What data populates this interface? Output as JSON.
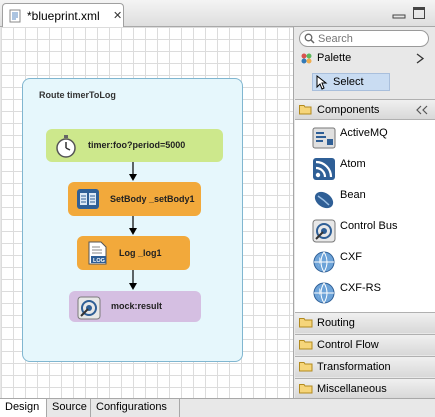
{
  "editor": {
    "tab_title": "*blueprint.xml",
    "close_glyph": "✕"
  },
  "canvas": {
    "route_title": "Route timerToLog",
    "nodes": [
      {
        "label": "timer:foo?period=5000",
        "icon": "stopwatch-icon",
        "color": "#cde88c"
      },
      {
        "label": "SetBody _setBody1",
        "icon": "setbody-icon",
        "color": "#f2a93b"
      },
      {
        "label": "Log _log1",
        "icon": "log-file-icon",
        "color": "#f2a93b"
      },
      {
        "label": "mock:result",
        "icon": "mock-endpoint-icon",
        "color": "#d5bfe2"
      }
    ]
  },
  "palette": {
    "search_placeholder": "Search",
    "header_label": "Palette",
    "select_label": "Select",
    "components_label": "Components",
    "components": [
      {
        "label": "ActiveMQ",
        "icon": "activemq-icon"
      },
      {
        "label": "Atom",
        "icon": "atom-feed-icon"
      },
      {
        "label": "Bean",
        "icon": "bean-icon"
      },
      {
        "label": "Control Bus",
        "icon": "control-bus-icon"
      },
      {
        "label": "CXF",
        "icon": "globe-icon"
      },
      {
        "label": "CXF-RS",
        "icon": "globe-icon"
      }
    ],
    "drawers": [
      "Routing",
      "Control Flow",
      "Transformation",
      "Miscellaneous"
    ]
  },
  "bottom_tabs": [
    "Design",
    "Source",
    "Configurations"
  ],
  "colors": {
    "route_bg": "#e6f7fc",
    "route_border": "#80b6d0",
    "selected_bg": "#c9dcf2"
  }
}
